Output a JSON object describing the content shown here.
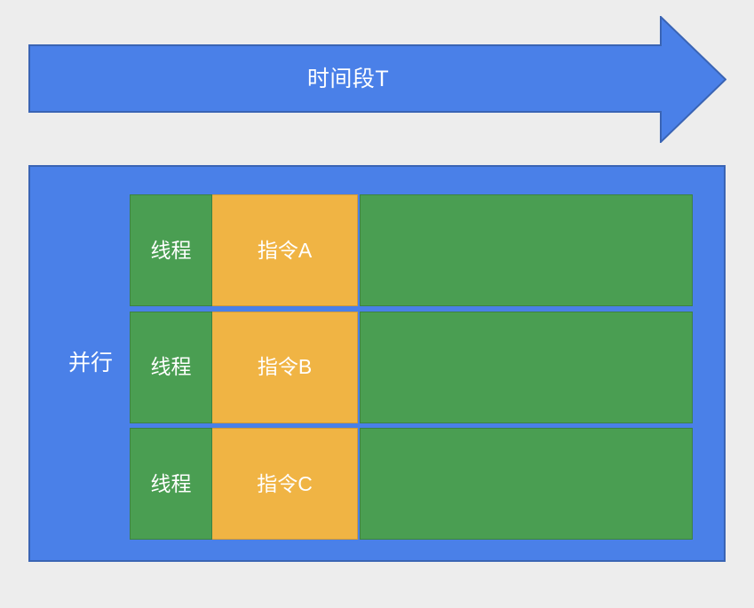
{
  "background_color": "#ededed",
  "palette": {
    "blue_fill": "#4a80e8",
    "blue_stroke": "#3a64b4",
    "green_fill": "#4a9e52",
    "green_stroke": "#3d8243",
    "orange_fill": "#f0b444",
    "orange_stroke": "#d09a38",
    "text_color": "#ffffff"
  },
  "timeline": {
    "label": "时间段T",
    "icon": "right-arrow-icon",
    "direction": "right"
  },
  "parallel_panel": {
    "label": "并行",
    "rows": [
      {
        "thread_label": "线程",
        "instruction_label": "指令A",
        "remainder_label": ""
      },
      {
        "thread_label": "线程",
        "instruction_label": "指令B",
        "remainder_label": ""
      },
      {
        "thread_label": "线程",
        "instruction_label": "指令C",
        "remainder_label": ""
      }
    ]
  }
}
